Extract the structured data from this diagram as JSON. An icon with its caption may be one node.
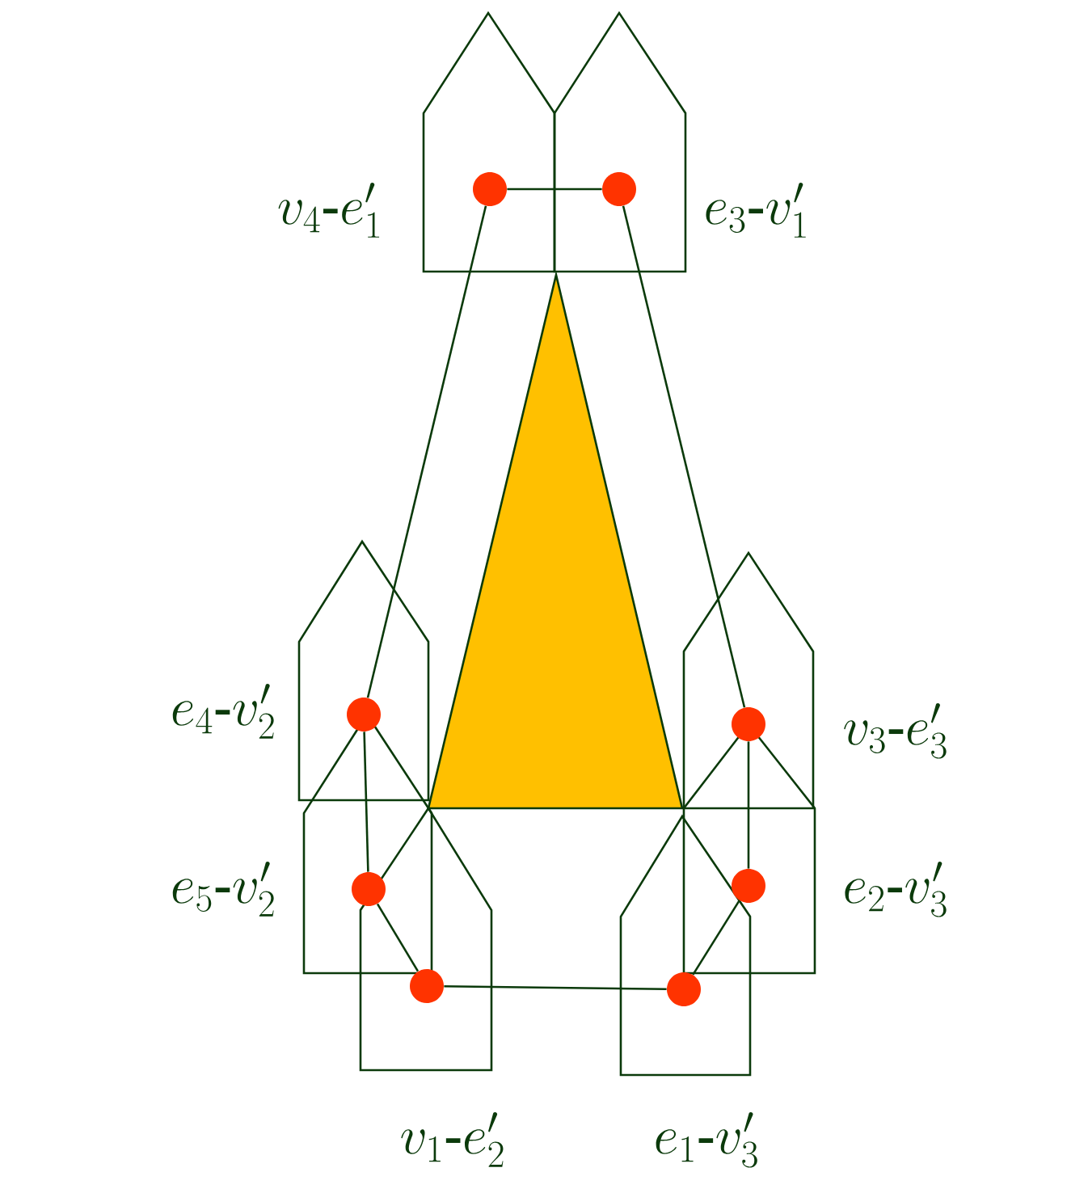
{
  "diagram": {
    "nodes": [
      {
        "text": [],
        "shape": "circle"
      },
      {
        "text": [],
        "shape": "circle"
      },
      {
        "text": [],
        "shape": "circle"
      },
      {
        "text": [],
        "shape": "circle"
      },
      {
        "text": [],
        "shape": "circle"
      },
      {
        "text": [],
        "shape": "circle"
      },
      {
        "text": [],
        "shape": "circle"
      },
      {
        "text": [],
        "shape": "circle"
      }
    ],
    "edges": [
      {
        "from": 0,
        "to": 1,
        "arrow": "none"
      },
      {
        "from": 0,
        "to": 2,
        "arrow": "none"
      },
      {
        "from": 1,
        "to": 3,
        "arrow": "none"
      },
      {
        "from": 2,
        "to": 4,
        "arrow": "none"
      },
      {
        "from": 4,
        "to": 6,
        "arrow": "none"
      },
      {
        "from": 6,
        "to": 7,
        "arrow": "none"
      },
      {
        "from": 7,
        "to": 5,
        "arrow": "none"
      },
      {
        "from": 5,
        "to": 3,
        "arrow": "none"
      }
    ],
    "labels": [
      "v_4\\mbox{\\bfseries -}e_1'",
      "e_3\\mbox{\\bfseries -}v_1'",
      "e_4\\mbox{\\bfseries -}v_2'",
      "v_3\\mbox{\\bfseries -}e_3'",
      "e_5\\mbox{\\bfseries -}v_2'",
      "e_2\\mbox{\\bfseries -}v_3'",
      "v_1\\mbox{\\bfseries -}e_2'",
      "e_1\\mbox{\\bfseries -}v_3'"
    ]
  }
}
